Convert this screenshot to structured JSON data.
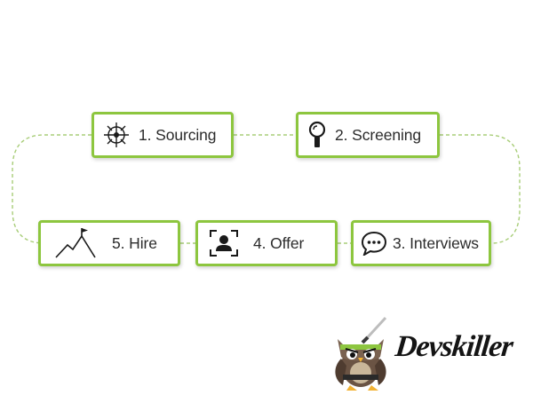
{
  "stages": [
    {
      "label": "1. Sourcing",
      "icon": "target-crosshair-icon"
    },
    {
      "label": "2. Screening",
      "icon": "magnifier-icon"
    },
    {
      "label": "3. Interviews",
      "icon": "speech-bubble-icon"
    },
    {
      "label": "4. Offer",
      "icon": "person-frame-icon"
    },
    {
      "label": "5. Hire",
      "icon": "mountain-flag-icon"
    }
  ],
  "brand": {
    "name": "Devskiller",
    "mascot": "owl-ninja-icon"
  },
  "colors": {
    "accent": "#8dc63f",
    "text": "#2b2b2b",
    "background": "#ffffff"
  }
}
